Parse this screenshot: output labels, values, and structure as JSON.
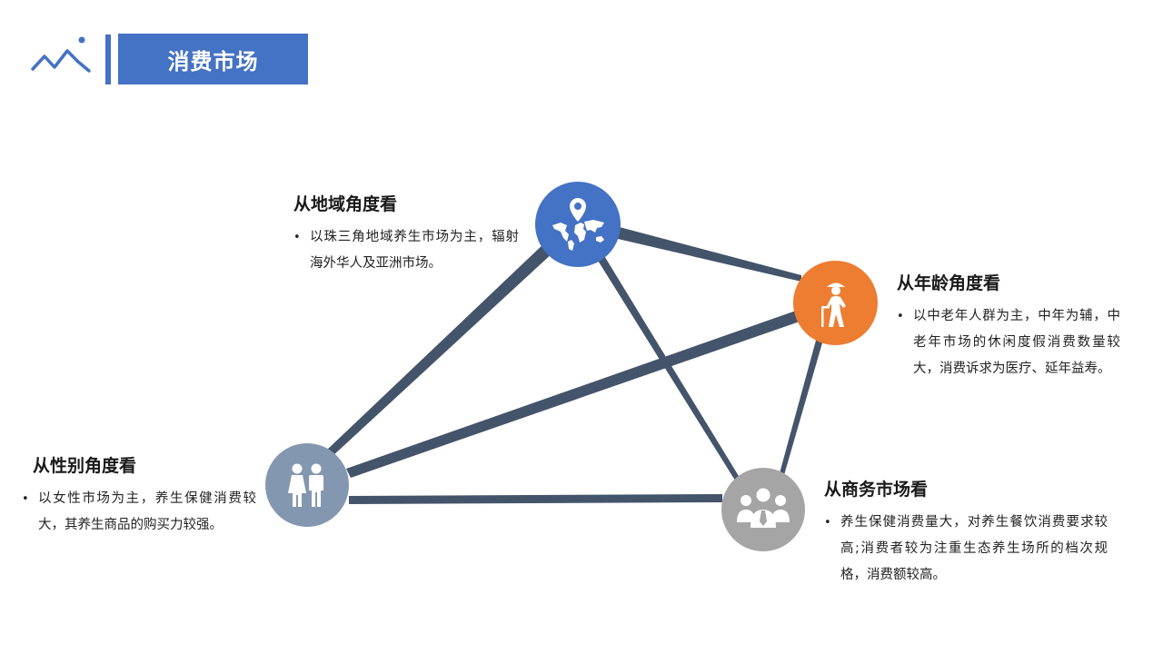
{
  "header": {
    "title": "消费市场"
  },
  "colors": {
    "accent": "#4472c4",
    "orange": "#ed7d31",
    "slate": "#8497b0",
    "gray": "#a5a5a5",
    "edge": "#44546a"
  },
  "nodes": {
    "region": {
      "icon": "map-pin-world-icon",
      "heading": "从地域角度看",
      "text": "以珠三角地域养生市场为主，辐射海外华人及亚洲市场。"
    },
    "age": {
      "icon": "elderly-person-icon",
      "heading": "从年龄角度看",
      "text": "以中老年人群为主，中年为辅，中老年市场的休闲度假消费数量较大，消费诉求为医疗、延年益寿。"
    },
    "gender": {
      "icon": "couple-icon",
      "heading": "从性别角度看",
      "text": "以女性市场为主，养生保健消费较大，其养生商品的购买力较强。"
    },
    "business": {
      "icon": "business-group-icon",
      "heading": "从商务市场看",
      "text": "养生保健消费量大，对养生餐饮消费要求较高;消费者较为注重生态养生场所的档次规格，消费额较高。"
    }
  }
}
